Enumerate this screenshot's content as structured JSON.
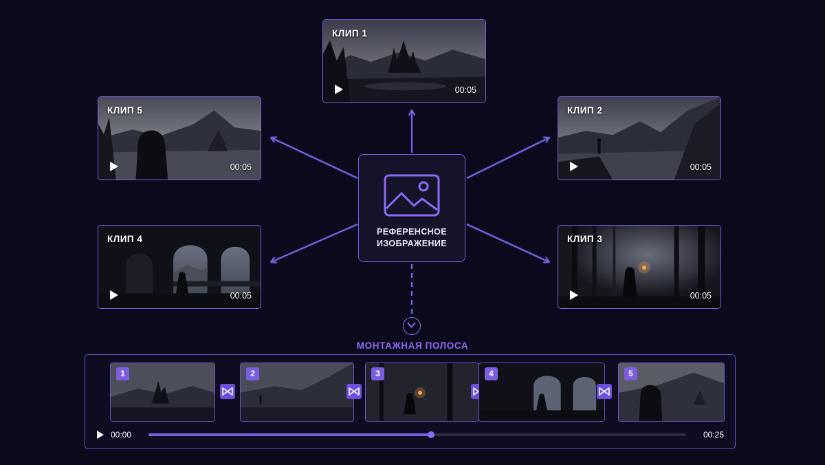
{
  "colors": {
    "background": "#0b0a1c",
    "accent": "#7a5ee0",
    "accent_text": "#8c6cf4"
  },
  "reference": {
    "icon": "image-icon",
    "label_line1": "РЕФЕРЕНСНОЕ",
    "label_line2": "ИЗОБРАЖЕНИЕ"
  },
  "clips": [
    {
      "title": "КЛИП 1",
      "duration": "00:05",
      "scene": "castle"
    },
    {
      "title": "КЛИП 2",
      "duration": "00:05",
      "scene": "mountain-lake"
    },
    {
      "title": "КЛИП 3",
      "duration": "00:05",
      "scene": "dark-forest"
    },
    {
      "title": "КЛИП 4",
      "duration": "00:05",
      "scene": "gothic-arches"
    },
    {
      "title": "КЛИП 5",
      "duration": "00:05",
      "scene": "hooded-figure"
    }
  ],
  "filmstrip": {
    "title": "МОНТАЖНАЯ ПОЛОСА",
    "thumbnails": [
      {
        "number": "1",
        "scene": "castle"
      },
      {
        "number": "2",
        "scene": "mountain-lake"
      },
      {
        "number": "3",
        "scene": "dark-forest"
      },
      {
        "number": "4",
        "scene": "gothic-arches"
      },
      {
        "number": "5",
        "scene": "hooded-figure"
      }
    ],
    "transition_icon": "bowtie-transition-icon",
    "current_time": "00:00",
    "total_time": "00:25",
    "progress": 0.525
  }
}
